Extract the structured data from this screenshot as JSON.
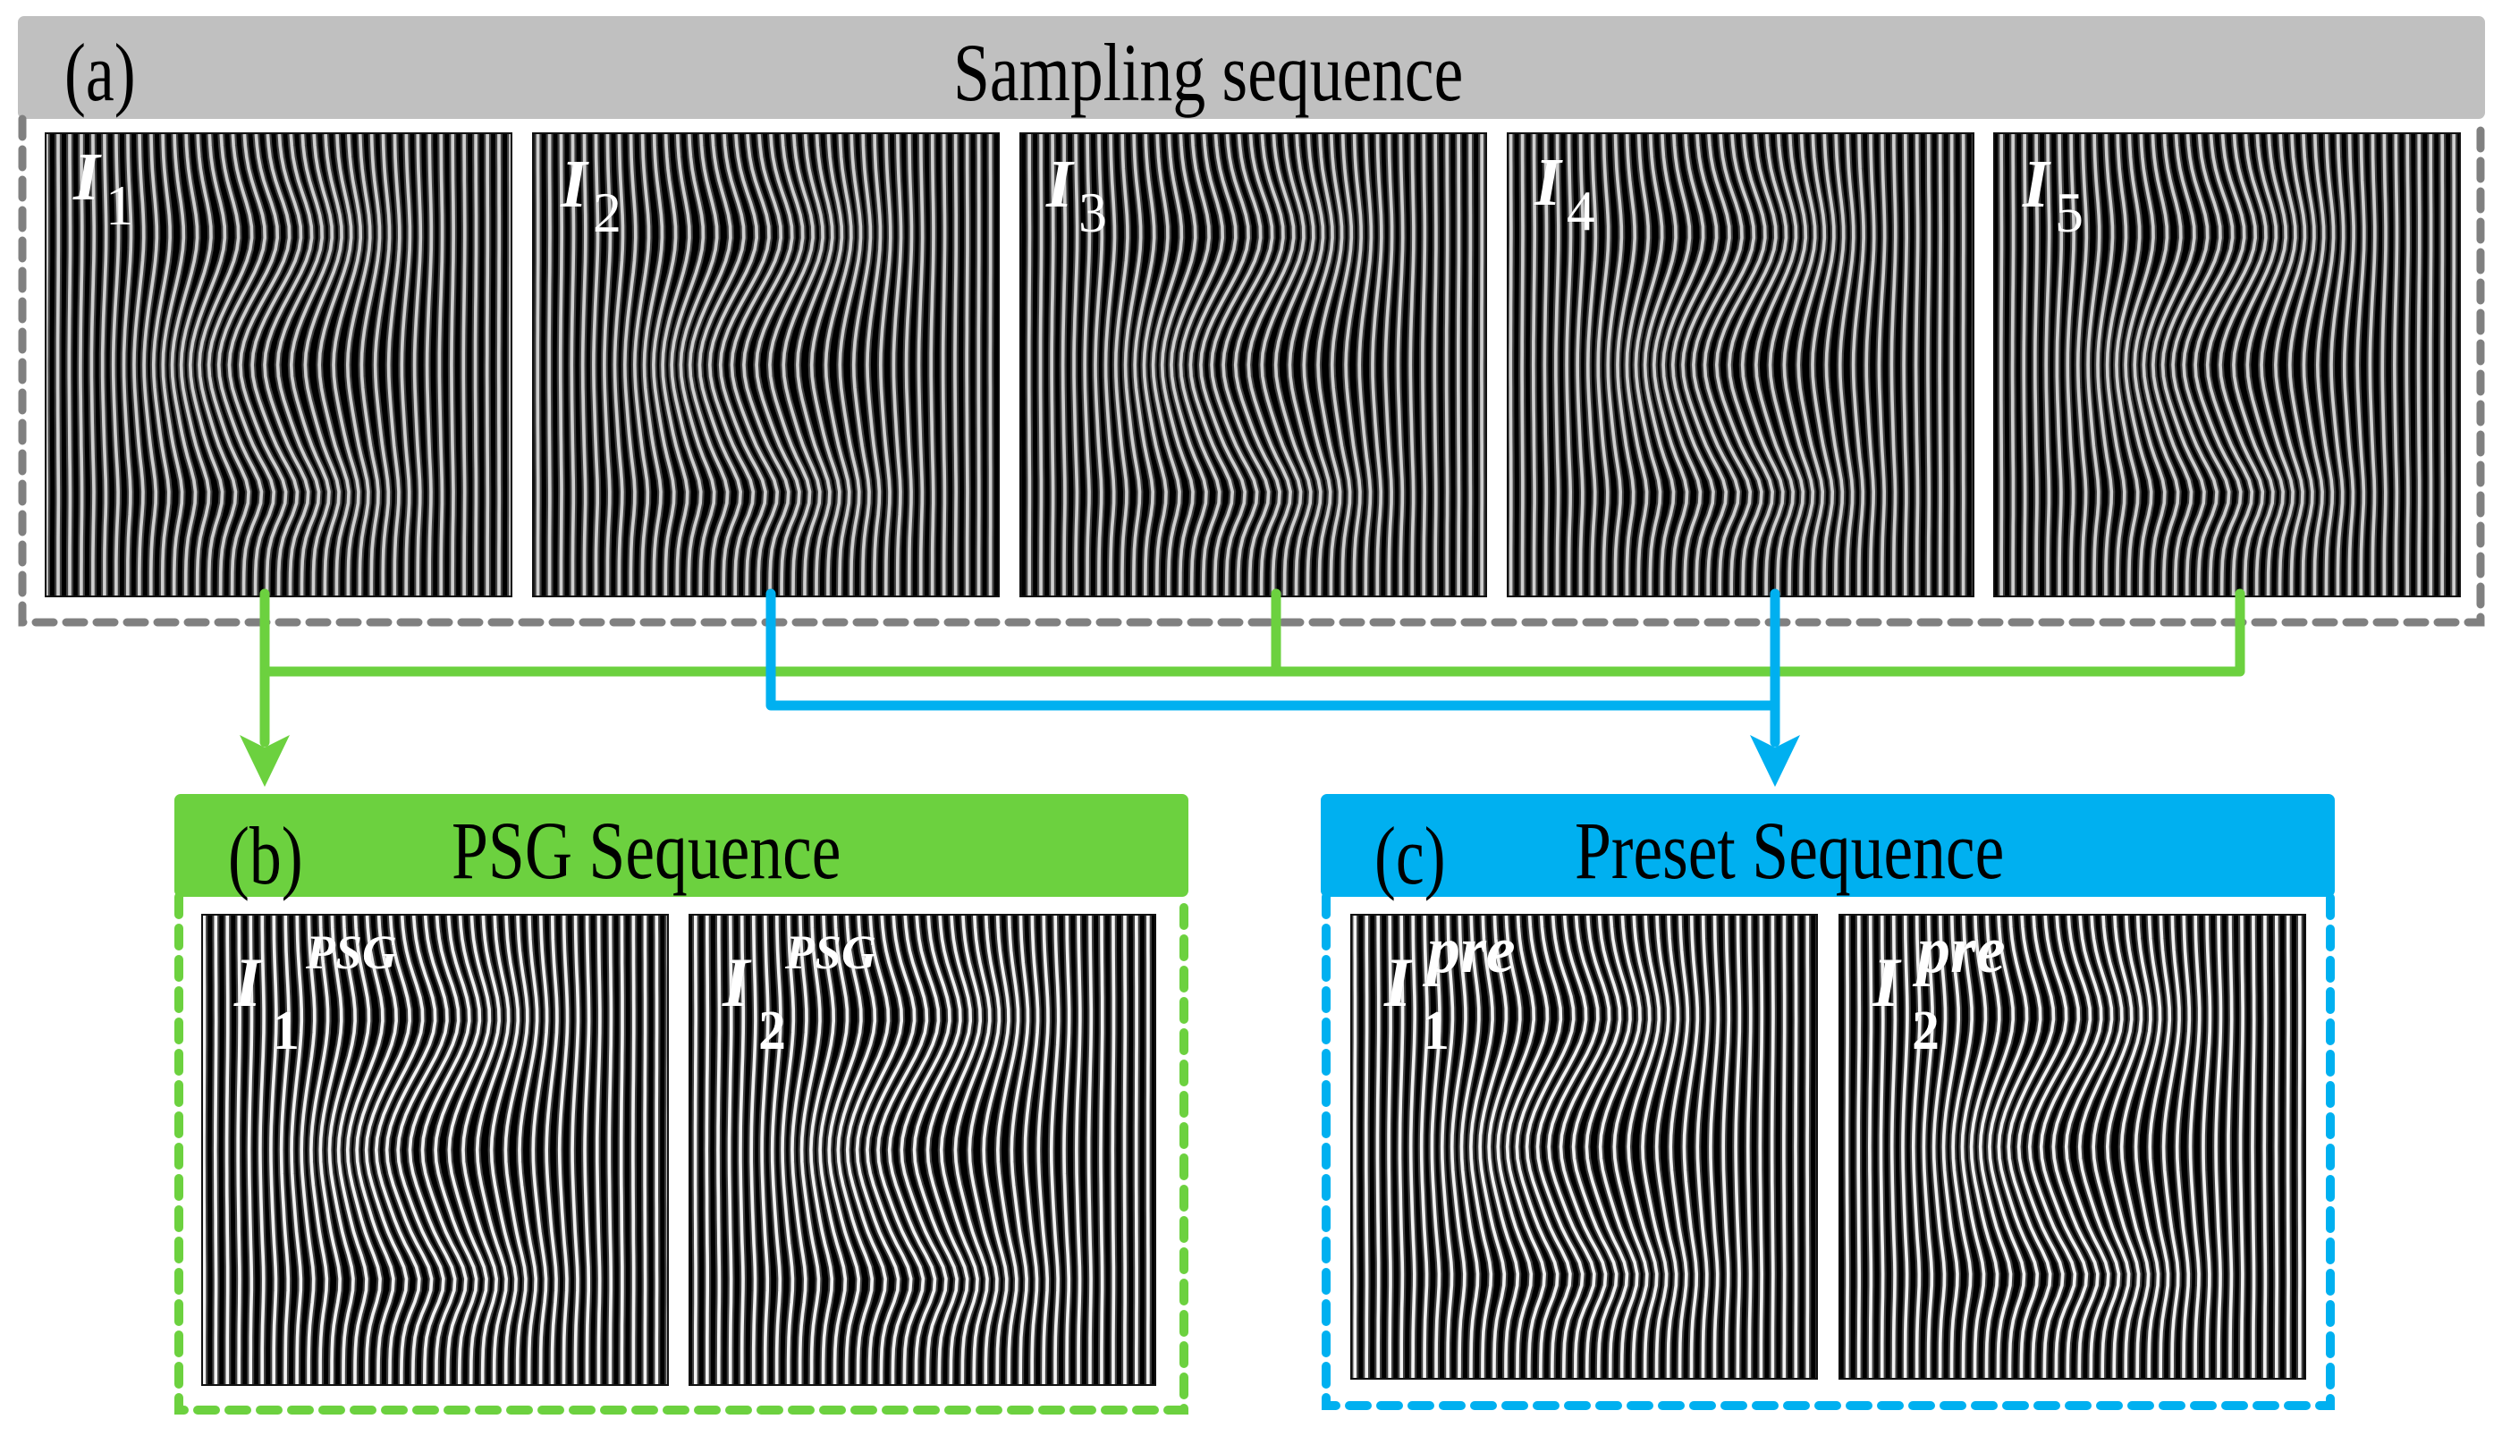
{
  "colors": {
    "sampling_header": "#C0C0C0",
    "sampling_dash": "#808080",
    "psg": "#6CD13F",
    "preset": "#00B0F0",
    "fringe_dark": "#000000",
    "fringe_light": "#E8E8E8",
    "label": "#FFFFFF"
  },
  "panels": {
    "a": {
      "tag": "(a)",
      "title": "Sampling sequence",
      "images": [
        {
          "base": "I",
          "sub": "1",
          "sup": ""
        },
        {
          "base": "I",
          "sub": "2",
          "sup": ""
        },
        {
          "base": "I",
          "sub": "3",
          "sup": ""
        },
        {
          "base": "I",
          "sub": "4",
          "sup": ""
        },
        {
          "base": "I",
          "sub": "5",
          "sup": ""
        }
      ]
    },
    "b": {
      "tag": "(b)",
      "title": "PSG Sequence",
      "images": [
        {
          "base": "I",
          "sub": "1",
          "sup": "PSG"
        },
        {
          "base": "I",
          "sub": "2",
          "sup": "PSG"
        }
      ]
    },
    "c": {
      "tag": "(c)",
      "title": "Preset Sequence",
      "images": [
        {
          "base": "I",
          "sub": "1",
          "sup": "pre"
        },
        {
          "base": "I",
          "sub": "2",
          "sup": "pre"
        }
      ]
    }
  },
  "connectors": {
    "to_psg": {
      "from_images": [
        "I1",
        "I3",
        "I5"
      ],
      "target": "PSG Sequence",
      "color": "#6CD13F"
    },
    "to_preset": {
      "from_images": [
        "I2",
        "I4"
      ],
      "target": "Preset Sequence",
      "color": "#00B0F0"
    }
  }
}
